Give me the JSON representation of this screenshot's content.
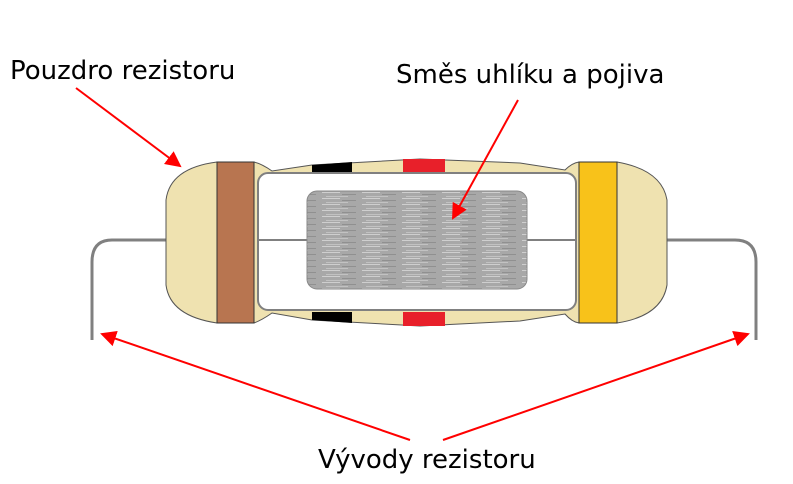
{
  "labels": {
    "housing": "Pouzdro rezistoru",
    "carbon_mix": "Směs uhlíku a pojiva",
    "leads": "Vývody rezistoru"
  },
  "colors": {
    "body": "#efe2b0",
    "band1": "#b87550",
    "band2": "#000000",
    "band3": "#e8202a",
    "band4": "#f8c21a",
    "arrow": "#ff0000",
    "lead": "#808080"
  }
}
